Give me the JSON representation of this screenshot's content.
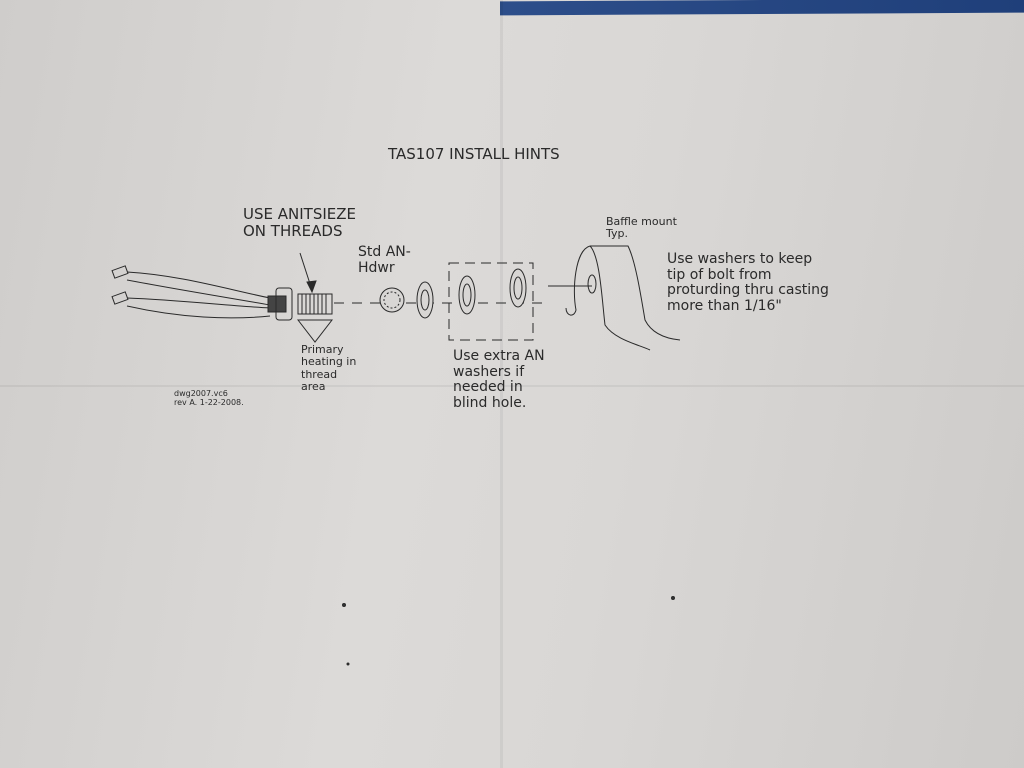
{
  "title": "TAS107 INSTALL HINTS",
  "labels": {
    "antiseize": "USE ANITSIEZE\nON THREADS",
    "std_hardware": "Std AN-\nHdwr",
    "primary_heating": "Primary\nheating in\nthread\narea",
    "extra_washers": "Use extra AN\nwashers if\nneeded in\nblind hole.",
    "baffle_mount": "Baffle mount\nTyp.",
    "washers_note": "Use washers to keep\ntip of bolt from\nproturding thru casting\nmore than 1/16\""
  },
  "drawing_info": {
    "file": "dwg2007.vc6",
    "revision": "rev A.   1-22-2008."
  }
}
